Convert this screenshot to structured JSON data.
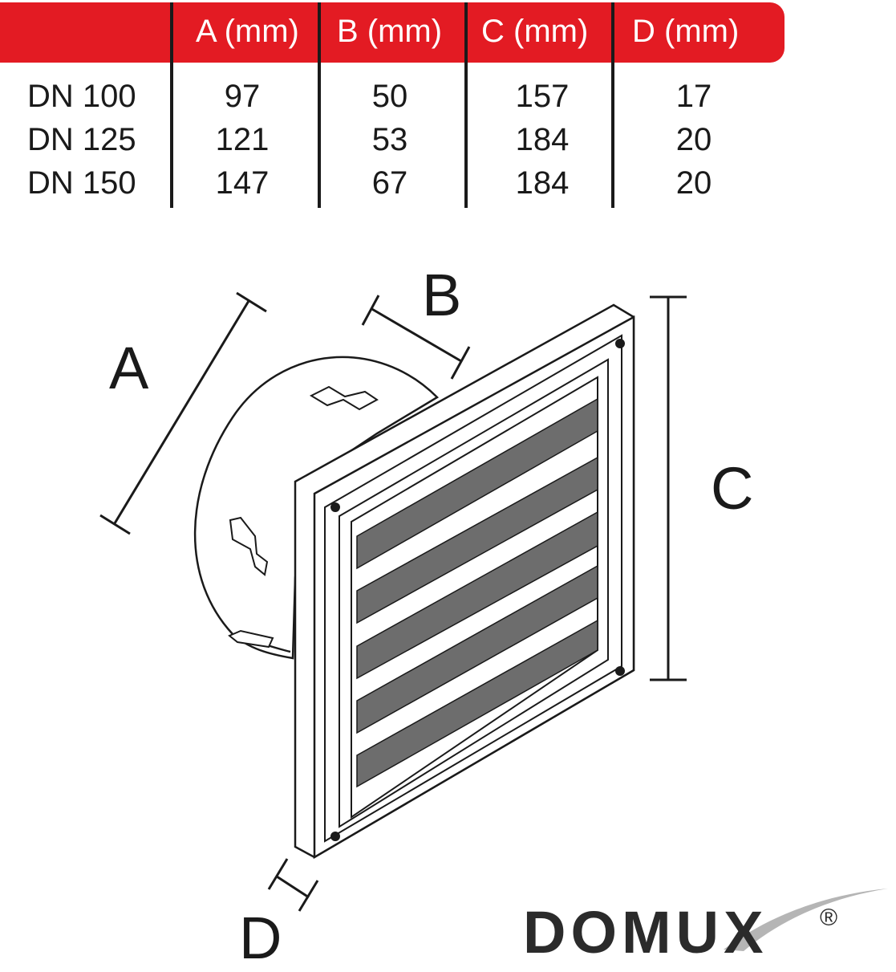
{
  "table": {
    "headers": [
      "A (mm)",
      "B (mm)",
      "C (mm)",
      "D (mm)"
    ],
    "rows": [
      {
        "label": "DN 100",
        "values": [
          "97",
          "50",
          "157",
          "17"
        ]
      },
      {
        "label": "DN 125",
        "values": [
          "121",
          "53",
          "184",
          "20"
        ]
      },
      {
        "label": "DN 150",
        "values": [
          "147",
          "67",
          "184",
          "20"
        ]
      }
    ]
  },
  "diagram": {
    "labels": {
      "a": "A",
      "b": "B",
      "c": "C",
      "d": "D"
    }
  },
  "logo": {
    "name": "DOMUX",
    "registered": "®"
  },
  "colors": {
    "header": "#e31b23",
    "ink": "#1a1a1a",
    "louver": "#6d6d6d"
  }
}
